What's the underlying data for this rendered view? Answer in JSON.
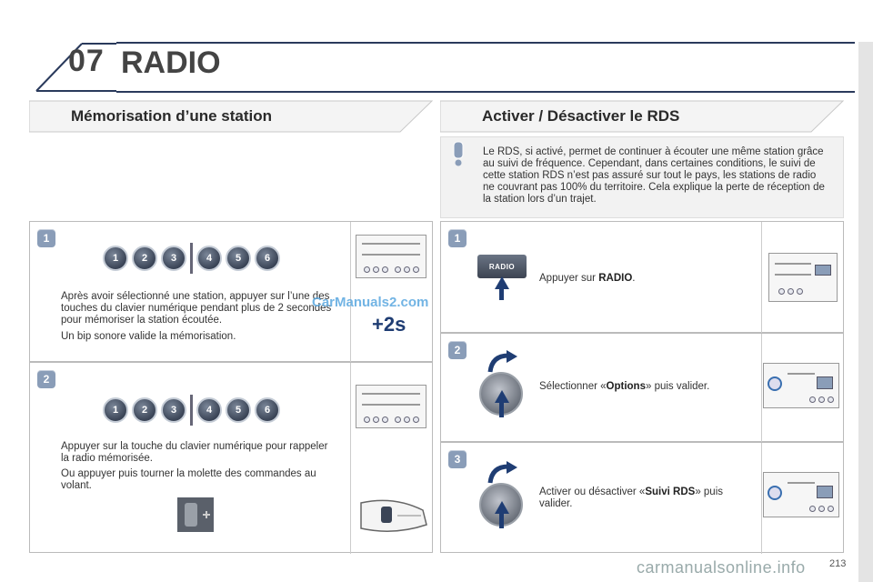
{
  "header": {
    "chapter_number": "07",
    "chapter_title": "RADIO"
  },
  "left_section": {
    "title": "Mémorisation d’une station",
    "step1": {
      "badge": "1",
      "keys": [
        "1",
        "2",
        "3",
        "4",
        "5",
        "6"
      ],
      "text1": "Après avoir sélectionné une station, appuyer sur l’une des touches du clavier numérique pendant plus de 2 secondes pour mémoriser la station écoutée.",
      "text2": "Un bip sonore valide la mémorisation.",
      "hold_label": "+2s"
    },
    "step2": {
      "badge": "2",
      "keys": [
        "1",
        "2",
        "3",
        "4",
        "5",
        "6"
      ],
      "text1": "Appuyer sur la touche du clavier numérique pour rappeler la radio mémorisée.",
      "text2": "Ou appuyer puis tourner la molette des commandes au volant."
    }
  },
  "right_section": {
    "title": "Activer / Désactiver le RDS",
    "notice": "Le RDS, si activé, permet de continuer à écouter une même station grâce au suivi de fréquence. Cependant, dans certaines conditions, le suivi de cette station RDS n’est pas assuré sur tout le pays, les stations de radio ne couvrant pas 100% du territoire. Cela explique la perte de réception de la station lors d’un trajet.",
    "step1": {
      "badge": "1",
      "button_label": "RADIO",
      "text_pre": "Appuyer sur ",
      "text_bold": "RADIO",
      "text_post": "."
    },
    "step2": {
      "badge": "2",
      "text_pre": "Sélectionner «",
      "text_bold": "Options",
      "text_post": "» puis valider."
    },
    "step3": {
      "badge": "3",
      "text_pre": "Activer ou désactiver «",
      "text_bold": "Suivi RDS",
      "text_post": "» puis valider."
    }
  },
  "watermark": "CarManuals2.com",
  "footer_watermark": "carmanualsonline.info",
  "page_number": "213"
}
